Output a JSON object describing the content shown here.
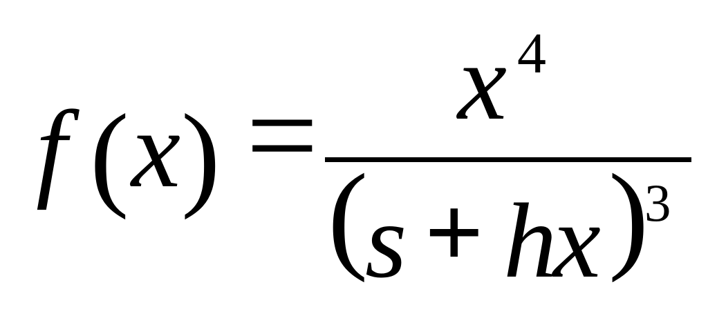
{
  "formula": {
    "lhs": {
      "func": "f",
      "open": "(",
      "var": "x",
      "close": ")"
    },
    "equals": "=",
    "numerator": {
      "base": "x",
      "exponent": "4"
    },
    "denominator": {
      "open": "(",
      "s": "s",
      "plus": "+",
      "h": "h",
      "x": "x",
      "close": ")",
      "exponent": "3"
    }
  }
}
